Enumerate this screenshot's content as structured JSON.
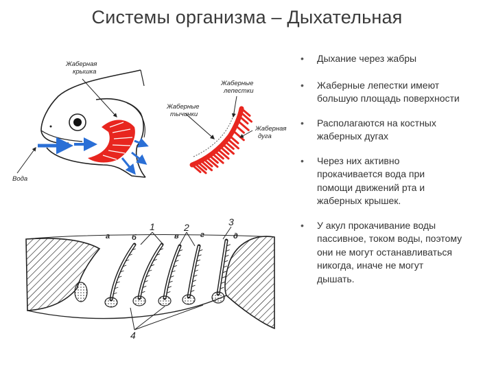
{
  "slide": {
    "title": "Системы организма – Дыхательная",
    "bullets": [
      "Дыхание через жабры",
      "Жаберные лепестки имеют большую площадь поверхности",
      "Располагаются на костных жаберных дугах",
      "Через них активно прокачивается вода при помощи движений рта и жаберных крышек.",
      "У акул прокачивание воды пассивное, током воды, поэтому они не могут останавливаться никогда, иначе не могут дышать."
    ]
  },
  "fish_figure": {
    "labels": {
      "operculum_line1": "Жаберная",
      "operculum_line2": "крышка",
      "water": "Вода",
      "rakers_line1": "Жаберные",
      "rakers_line2": "тычинки",
      "filaments_line1": "Жаберные",
      "filaments_line2": "лепестки",
      "arch_line1": "Жаберная",
      "arch_line2": "дуга"
    },
    "colors": {
      "gill": "#e8261f",
      "water_arrow": "#2a6fd6"
    }
  },
  "septum_figure": {
    "letters": [
      "а",
      "б",
      "в",
      "г",
      "д"
    ],
    "numbers": [
      "1",
      "2",
      "3",
      "4"
    ]
  }
}
